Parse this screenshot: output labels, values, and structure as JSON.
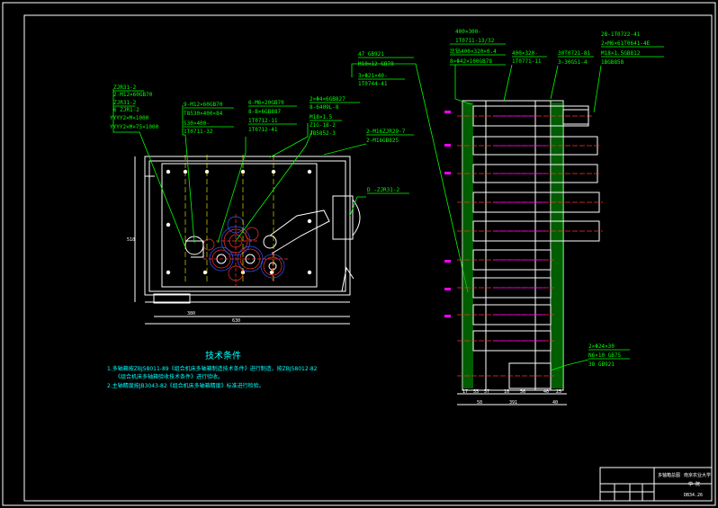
{
  "notes": {
    "title": "技术条件",
    "line1": "1.多轴箱按ZBJ58011-89《组合机床多轴箱制造技术条件》进行制造，按ZBJ58012-82",
    "line2": "《组合机床多轴箱验收技术条件》进行验收。",
    "line3": "2.主轴精度按JB3043-82《组合机床多轴箱精度》标准进行检验。"
  },
  "callouts": {
    "c1": [
      "ZJR31-2",
      "2-M12×60GB70",
      "ZJR31-2",
      "6 ZJR1-2",
      "YYYY2×M×1000",
      "YYYY2×M×75×1000"
    ],
    "c2": [
      "9-M12×60GB70",
      "T8530×400×84",
      "530×400-",
      "1T0711-32"
    ],
    "c3": [
      "6-M6×20GB70",
      "8-B×6GB887",
      "1T0712-11",
      "1T0712-41"
    ],
    "c4": [
      "2×Φ4×6GB827",
      "8-6409L-8",
      "M18×1.5",
      "Z1G-18-2",
      "JB5852-3"
    ],
    "c5": [
      "47  GB921",
      "M10×12  GB78",
      "3×Φ21×40-",
      "1T0744-41"
    ],
    "c6": [
      "2-M16ZJR29-7",
      "2-M16GB825"
    ],
    "c7": [
      "D -ZJR31-2"
    ]
  },
  "side_callouts": {
    "s1": [
      "400×300-",
      "1T0711-13/32",
      "比钻400×320×0.4",
      "8×Φ42×100GB78"
    ],
    "s2": [
      "400×320-",
      "1T0771-11"
    ],
    "s3": [
      "30T0721-81",
      "3-30G51-4"
    ],
    "s4": [
      "2B-1T0722-41",
      "2×M6×61T0641-4E",
      "M18×1.5GB812",
      "1BGB858"
    ],
    "s5": [
      "2×Φ24×30",
      "N6×10  GB75",
      "38   GB921"
    ]
  },
  "dims": {
    "left_h": "510",
    "bottom_inner": "380",
    "bottom_outer": "630",
    "right_bottom": [
      "17",
      "55",
      "57",
      "16",
      "56",
      "40",
      "25"
    ],
    "right_total": [
      "50",
      "391",
      "40"
    ]
  },
  "title_block": {
    "name": "多轴箱总图",
    "school": "南京农业大学",
    "drawer": "学 院",
    "code": "DB34.26"
  }
}
